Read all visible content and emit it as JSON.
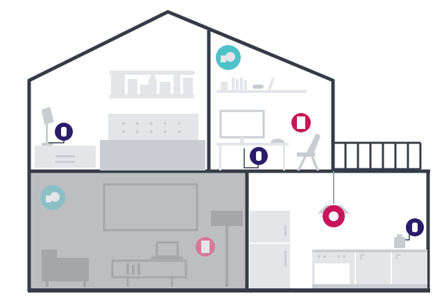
{
  "colors": {
    "outline": "#353c47",
    "furniture": "#e3e5e9",
    "furniture_dark": "#c9ccd1",
    "grey_room": "#bdbec1",
    "grey_room_furniture": "#a4a6aa",
    "plug_navy": "#2b1b6b",
    "sensor_pink": "#c8145a",
    "camera_teal": "#4fc1c8",
    "inactive_pink": "#d47a97",
    "inactive_teal": "#8cbfc4"
  },
  "rooms": [
    {
      "id": "bedroom",
      "state": "active"
    },
    {
      "id": "office",
      "state": "active"
    },
    {
      "id": "living-room",
      "state": "inactive"
    },
    {
      "id": "kitchen",
      "state": "active"
    }
  ],
  "devices": [
    {
      "type": "smart-plug",
      "room": "bedroom",
      "icon": "plug-icon",
      "state": "active"
    },
    {
      "type": "camera",
      "room": "office",
      "icon": "camera-icon",
      "state": "active"
    },
    {
      "type": "door-sensor",
      "room": "office",
      "icon": "sensor-icon",
      "state": "active"
    },
    {
      "type": "smart-plug",
      "room": "office",
      "icon": "plug-icon",
      "state": "active"
    },
    {
      "type": "camera",
      "room": "living-room",
      "icon": "camera-icon",
      "state": "inactive"
    },
    {
      "type": "door-sensor",
      "room": "living-room",
      "icon": "sensor-icon",
      "state": "inactive"
    },
    {
      "type": "smart-light",
      "room": "kitchen",
      "icon": "bulb-icon",
      "state": "active"
    },
    {
      "type": "smart-plug",
      "room": "kitchen",
      "icon": "plug-icon",
      "state": "active"
    }
  ]
}
